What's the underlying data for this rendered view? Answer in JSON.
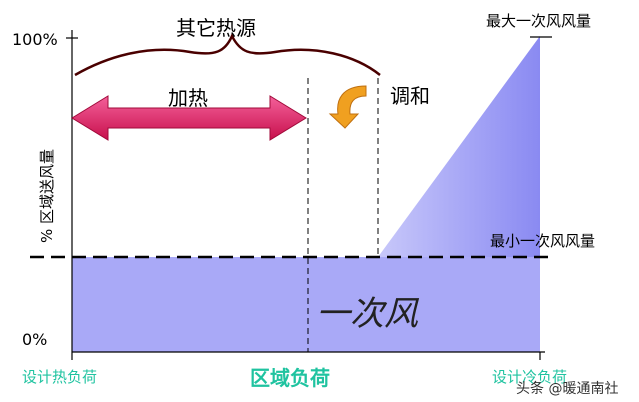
{
  "diagram": {
    "y_axis": {
      "label": "% 区域送风量",
      "tick_top": "100%",
      "tick_bottom": "0%"
    },
    "x_axis": {
      "center_label": "区域负荷",
      "left_label": "设计热负荷",
      "right_label": "设计冷负荷"
    },
    "labels": {
      "max_airflow": "最大一次风风量",
      "min_airflow": "最小一次风风量",
      "other_heat_sources": "其它热源",
      "heating": "加热",
      "blending": "调和",
      "primary_air": "一次风"
    },
    "watermark": "头条 @暖通南社",
    "colors": {
      "fill": "#a9a9f7",
      "fill_dark": "#7f7ff0",
      "arrow_heat": "#e0185c",
      "arrow_adjust": "#f0a020",
      "axis_text": "#1fc3a0"
    }
  }
}
